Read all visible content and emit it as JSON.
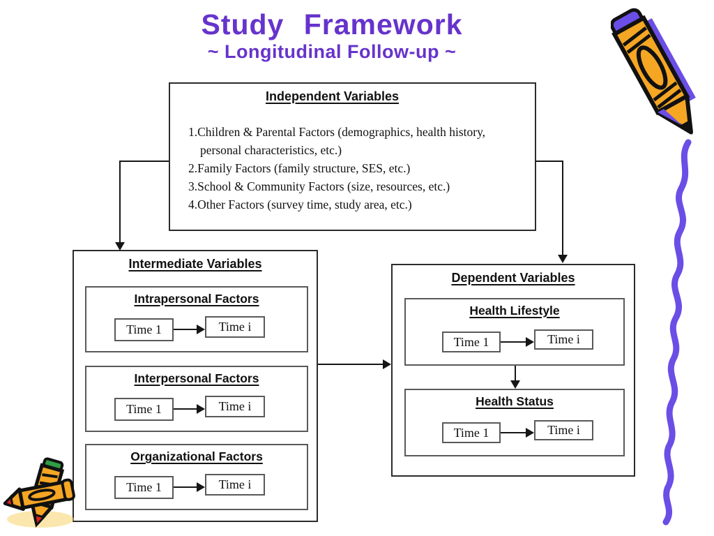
{
  "slide": {
    "title": "Study Framework",
    "subtitle": "~ Longitudinal Follow-up ~"
  },
  "colors": {
    "title_purple": "#6633cc",
    "squiggle_purple": "#6b4ee6",
    "crayon_orange": "#f5a623",
    "crayon_red": "#dd2222",
    "crayon_green": "#2f9e44",
    "outer_box_border": "#2b2b2b",
    "inner_box_border": "#595959"
  },
  "independent": {
    "heading": "Independent Variables",
    "lines": [
      "1.Children & Parental Factors (demographics, health history,",
      "personal characteristics, etc.)",
      "2.Family Factors (family structure, SES, etc.)",
      "3.School & Community Factors (size, resources, etc.)",
      "4.Other Factors (survey time, study area, etc.)"
    ]
  },
  "intermediate": {
    "heading": "Intermediate Variables",
    "groups": [
      {
        "title": "Intrapersonal Factors",
        "time1": "Time 1",
        "timei": "Time i"
      },
      {
        "title": "Interpersonal Factors",
        "time1": "Time 1",
        "timei": "Time i"
      },
      {
        "title": "Organizational Factors",
        "time1": "Time 1",
        "timei": "Time i"
      }
    ]
  },
  "dependent": {
    "heading": "Dependent Variables",
    "groups": [
      {
        "title": "Health Lifestyle",
        "time1": "Time 1",
        "timei": "Time i"
      },
      {
        "title": "Health Status",
        "time1": "Time 1",
        "timei": "Time i"
      }
    ]
  },
  "decorations": {
    "pencil": "crayon-pencil-icon",
    "crayons": "crossed-crayons-icon",
    "squiggle": "wavy-line"
  }
}
